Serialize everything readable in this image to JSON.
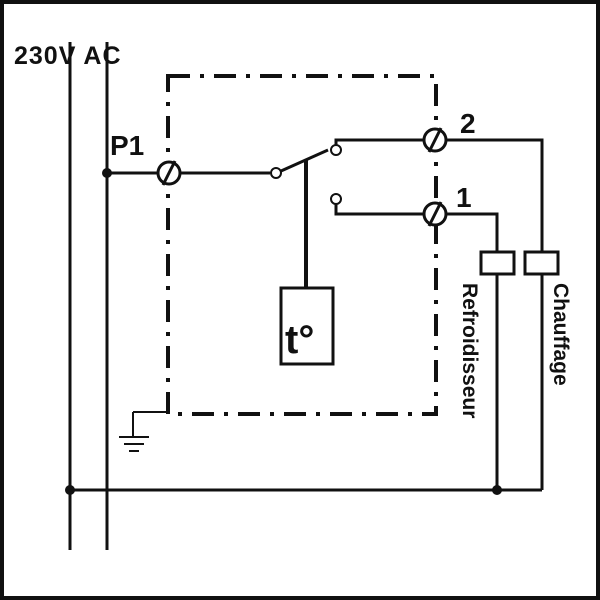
{
  "supply_label": "230V AC",
  "terminal_p1_label": "P1",
  "terminal_1_label": "1",
  "terminal_2_label": "2",
  "sensor_label": "t°",
  "cooler_label": "Refroidisseur",
  "heater_label": "Chauffage",
  "colors": {
    "line": "#111111",
    "background": "#ffffff"
  }
}
